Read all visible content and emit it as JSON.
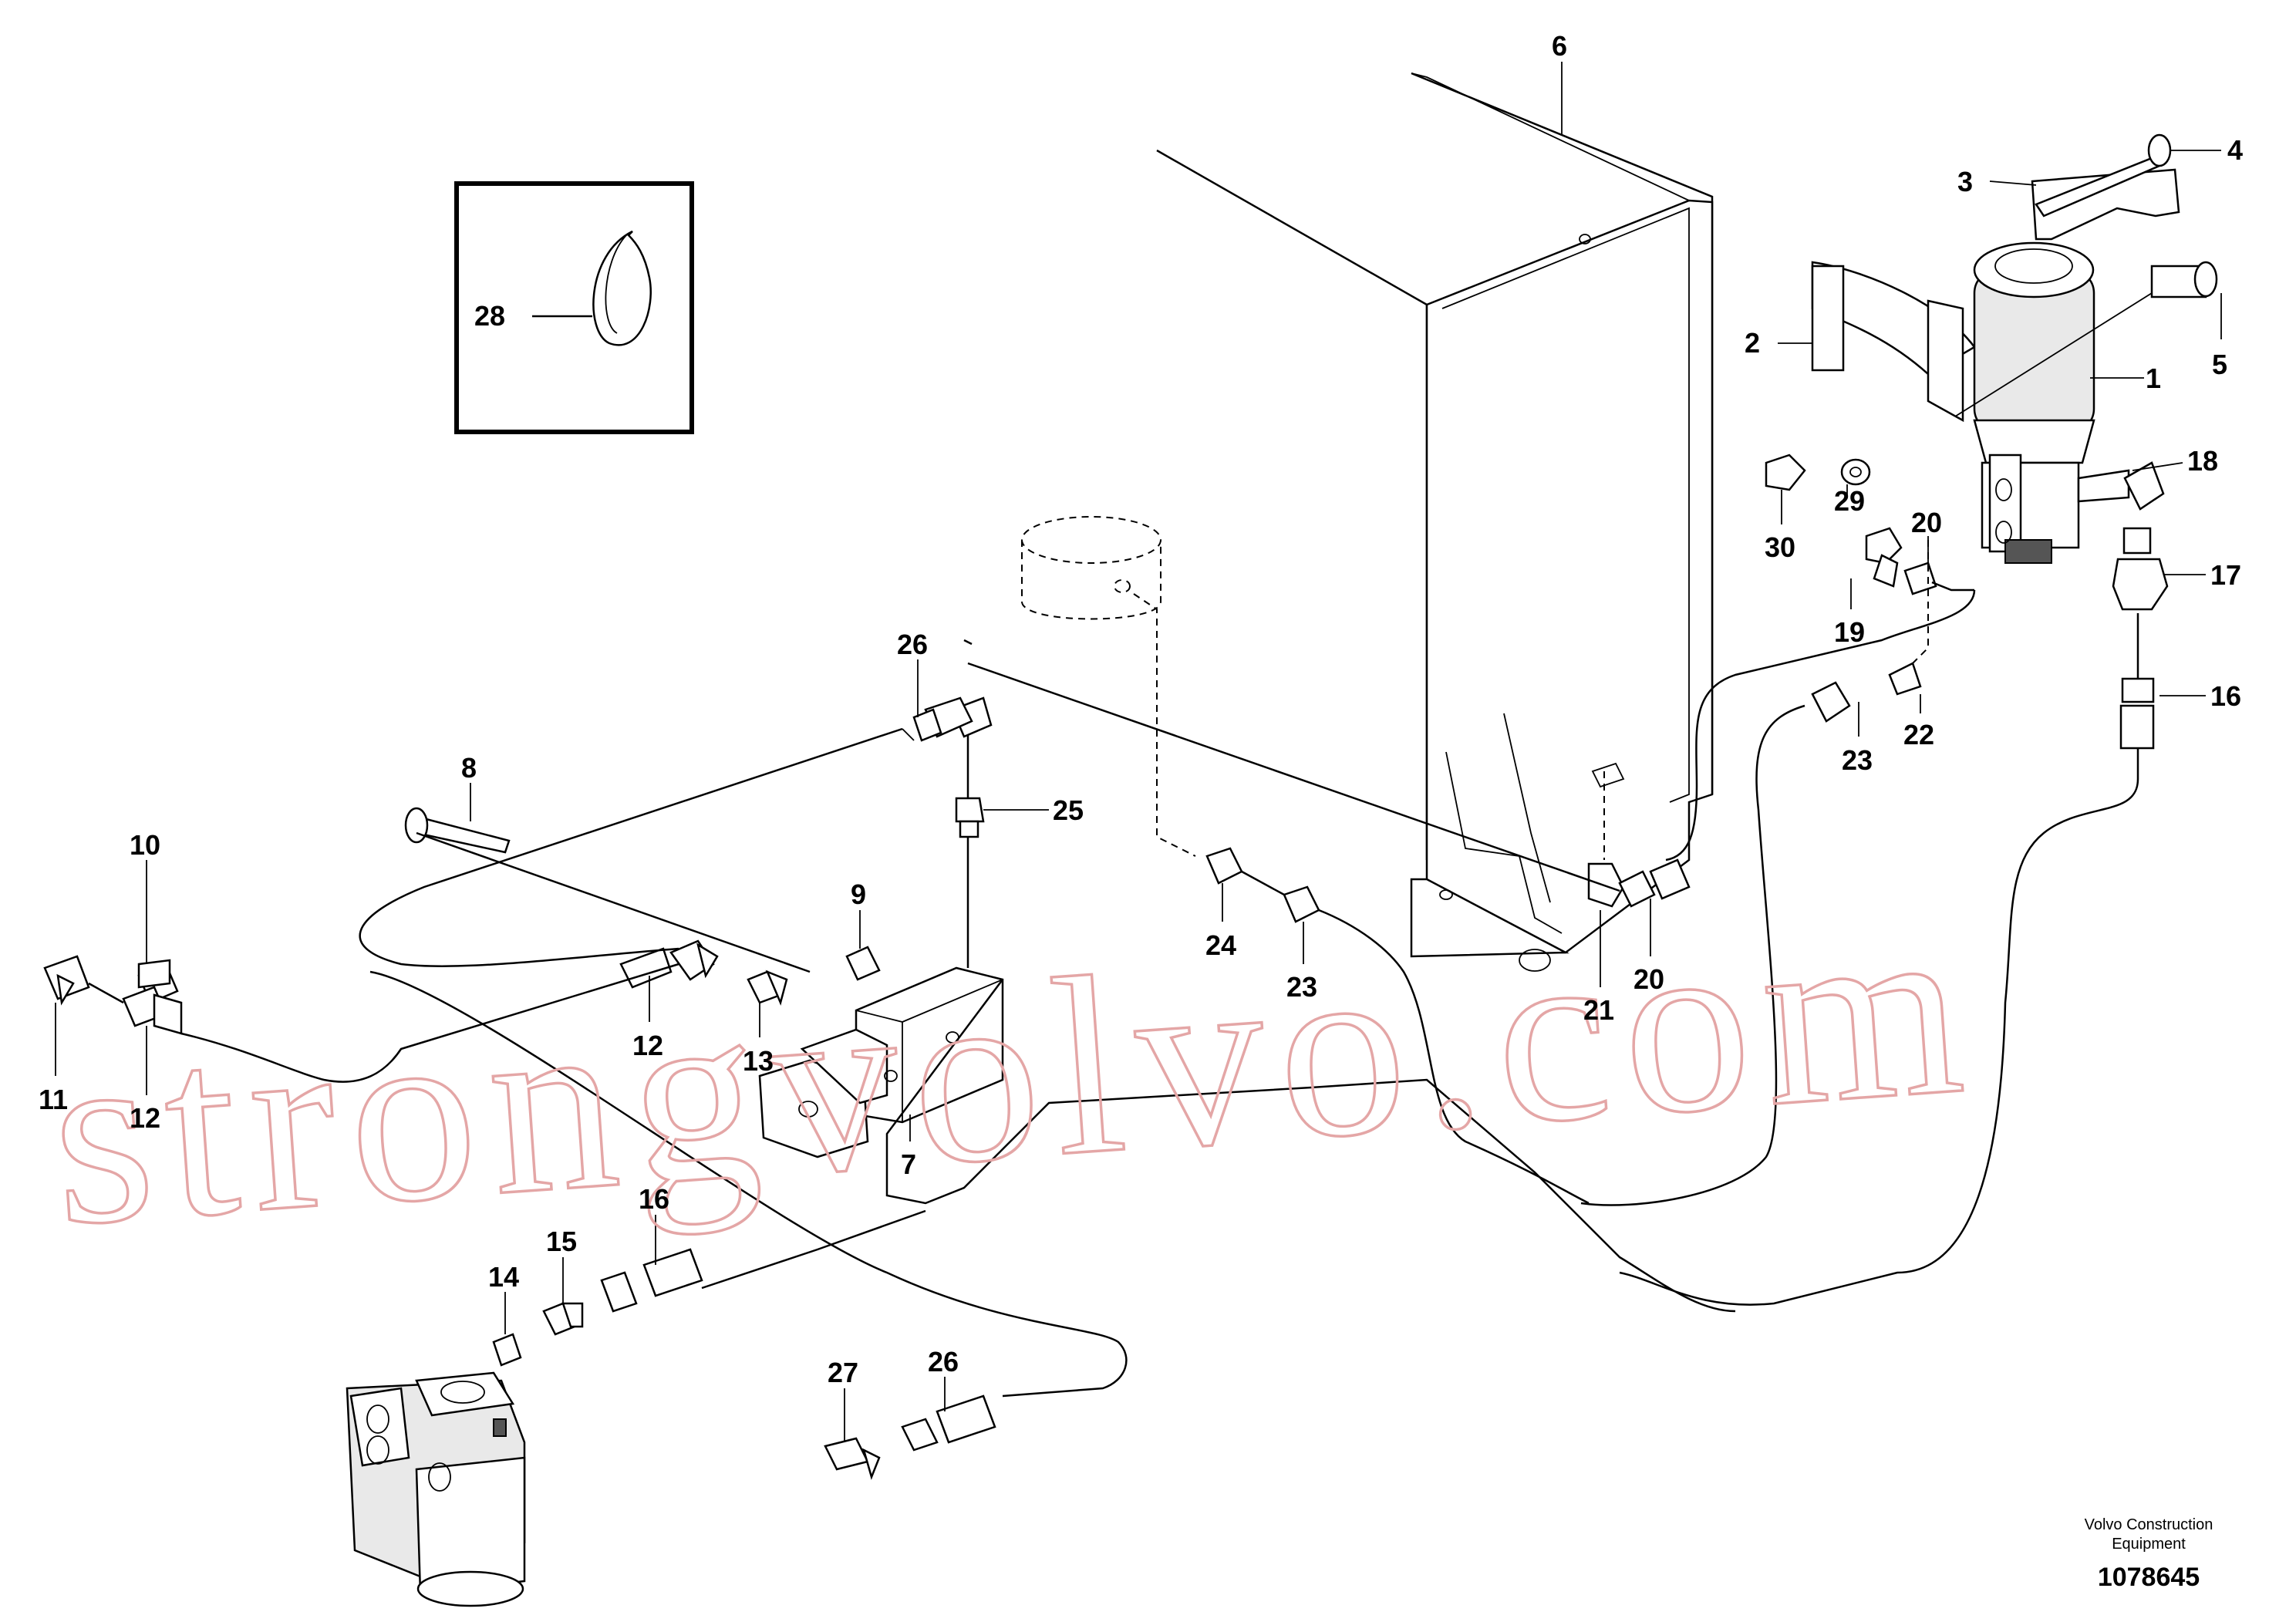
{
  "watermark": "strongvolvo.com",
  "footer": {
    "manufacturer_line1": "Volvo Construction",
    "manufacturer_line2": "Equipment",
    "drawing_number": "1078645"
  },
  "callouts": {
    "c1": "1",
    "c2": "2",
    "c3": "3",
    "c4": "4",
    "c5": "5",
    "c6": "6",
    "c7": "7",
    "c8": "8",
    "c9": "9",
    "c10": "10",
    "c11": "11",
    "c12a": "12",
    "c12b": "12",
    "c13": "13",
    "c14": "14",
    "c15": "15",
    "c16a": "16",
    "c16b": "16",
    "c17": "17",
    "c18": "18",
    "c19": "19",
    "c20a": "20",
    "c20b": "20",
    "c21": "21",
    "c22": "22",
    "c23a": "23",
    "c23b": "23",
    "c24": "24",
    "c25": "25",
    "c26a": "26",
    "c26b": "26",
    "c27": "27",
    "c28": "28",
    "c29": "29",
    "c30": "30"
  }
}
